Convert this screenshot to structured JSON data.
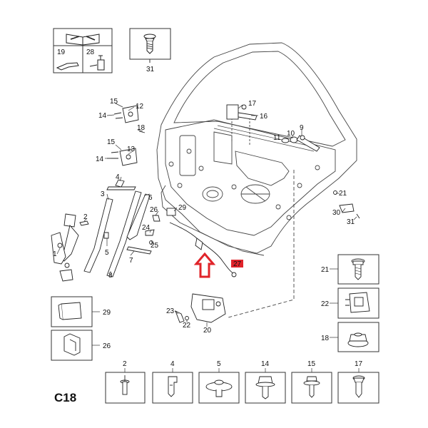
{
  "diagram_code": "C18",
  "highlight_color": "#e0242a",
  "line_color": "#333333",
  "legend": {
    "tools_icon": "workshop-manual-icon",
    "items": [
      {
        "number": "19",
        "icon": "pry-tool-icon"
      },
      {
        "number": "28",
        "icon": "grease-gun-icon"
      }
    ]
  },
  "top_part": {
    "number": "31",
    "icon": "screw-icon"
  },
  "callouts": {
    "c17": "17",
    "c16": "16",
    "c15a": "15",
    "c12": "12",
    "c14a": "14",
    "c18a": "18",
    "c15b": "15",
    "c13": "13",
    "c14b": "14",
    "c11": "11",
    "c10": "10",
    "c9": "9",
    "c4": "4",
    "c3": "3",
    "c6": "6",
    "c2": "2",
    "c1": "1",
    "c5": "5",
    "c7": "7",
    "c8": "8",
    "c26": "26",
    "c29": "29",
    "c24": "24",
    "c25": "25",
    "c21": "21",
    "c30": "30",
    "c31": "31",
    "c27": "27",
    "c23": "23",
    "c22": "22",
    "c20": "20"
  },
  "right_column": [
    {
      "number": "21",
      "icon": "bolt-icon"
    },
    {
      "number": "22",
      "icon": "lock-actuator-icon"
    },
    {
      "number": "18",
      "icon": "flange-nut-icon"
    }
  ],
  "left_boxes": [
    {
      "number": "29",
      "icon": "foam-pad-icon"
    },
    {
      "number": "26",
      "icon": "bracket-clip-icon"
    }
  ],
  "bottom_row": [
    {
      "number": "2",
      "icon": "rivet-icon"
    },
    {
      "number": "4",
      "icon": "clip-icon"
    },
    {
      "number": "5",
      "icon": "push-clip-icon"
    },
    {
      "number": "14",
      "icon": "flange-bolt-icon"
    },
    {
      "number": "15",
      "icon": "washer-bolt-icon"
    },
    {
      "number": "17",
      "icon": "screw-icon"
    }
  ]
}
